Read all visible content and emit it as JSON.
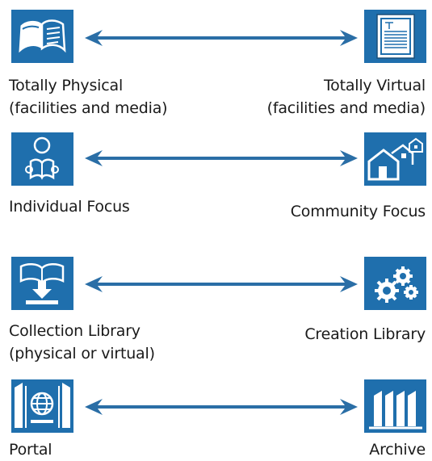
{
  "colors": {
    "icon_blue": "#1f6fad",
    "arrow_blue": "#2a6ea6"
  },
  "rows": [
    {
      "left": {
        "icon": "open-book-icon",
        "line1": "Totally Physical",
        "line2": "(facilities and media)"
      },
      "right": {
        "icon": "ereader-document-icon",
        "line1": "Totally Virtual",
        "line2": "(facilities and media)"
      }
    },
    {
      "left": {
        "icon": "person-reading-icon",
        "line1": "Individual Focus",
        "line2": ""
      },
      "right": {
        "icon": "houses-icon",
        "line1": "Community Focus",
        "line2": ""
      }
    },
    {
      "left": {
        "icon": "book-download-icon",
        "line1": "Collection Library",
        "line2": "(physical or virtual)"
      },
      "right": {
        "icon": "gears-icon",
        "line1": "Creation Library",
        "line2": ""
      }
    },
    {
      "left": {
        "icon": "globe-portal-icon",
        "line1": "Portal",
        "line2": ""
      },
      "right": {
        "icon": "archive-binders-icon",
        "line1": "Archive",
        "line2": ""
      }
    }
  ]
}
